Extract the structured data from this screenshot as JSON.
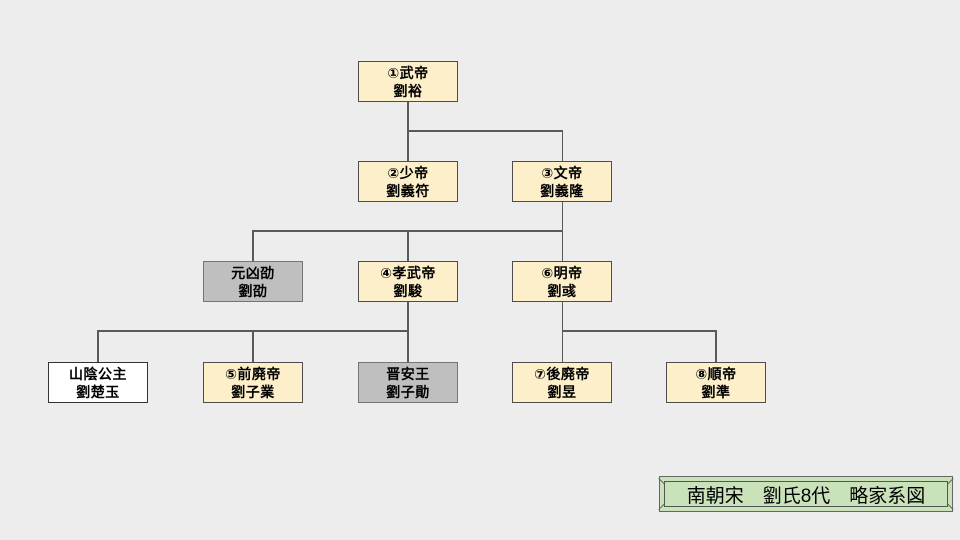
{
  "diagram": {
    "type": "family-tree",
    "background_color": "#EDEDED",
    "line_color": "#595959",
    "colors": {
      "emperor_box_fill": "#FCEFC9",
      "defeated_box_fill": "#BFBFBF",
      "princess_box_fill": "#FFFFFF",
      "title_plate_fill": "#C9E2BA"
    },
    "nodes": [
      {
        "id": "wudi",
        "line1": "①武帝",
        "line2": "劉裕",
        "variant": "cream"
      },
      {
        "id": "shaodi",
        "line1": "②少帝",
        "line2": "劉義符",
        "variant": "cream"
      },
      {
        "id": "wendi",
        "line1": "③文帝",
        "line2": "劉義隆",
        "variant": "cream"
      },
      {
        "id": "yuanxiong-shao",
        "line1": "元凶劭",
        "line2": "劉劭",
        "variant": "gray"
      },
      {
        "id": "xiaowudi",
        "line1": "④孝武帝",
        "line2": "劉駿",
        "variant": "cream"
      },
      {
        "id": "mingdi",
        "line1": "⑥明帝",
        "line2": "劉彧",
        "variant": "cream"
      },
      {
        "id": "shanyin-gongzhu",
        "line1": "山陰公主",
        "line2": "劉楚玉",
        "variant": "white"
      },
      {
        "id": "qianfeidi",
        "line1": "⑤前廃帝",
        "line2": "劉子業",
        "variant": "cream"
      },
      {
        "id": "jinanwang",
        "line1": "晋安王",
        "line2": "劉子勛",
        "variant": "gray"
      },
      {
        "id": "houfeidi",
        "line1": "⑦後廃帝",
        "line2": "劉昱",
        "variant": "cream"
      },
      {
        "id": "shundi",
        "line1": "⑧順帝",
        "line2": "劉準",
        "variant": "cream"
      }
    ],
    "edges": [
      {
        "parent": "wudi",
        "children": [
          "shaodi",
          "wendi"
        ]
      },
      {
        "parent": "wendi",
        "children": [
          "yuanxiong-shao",
          "xiaowudi",
          "mingdi"
        ]
      },
      {
        "parent": "xiaowudi",
        "children": [
          "shanyin-gongzhu",
          "qianfeidi",
          "jinanwang"
        ]
      },
      {
        "parent": "mingdi",
        "children": [
          "houfeidi",
          "shundi"
        ]
      }
    ],
    "title": {
      "text": "南朝宋　劉氏8代　略家系図"
    }
  }
}
